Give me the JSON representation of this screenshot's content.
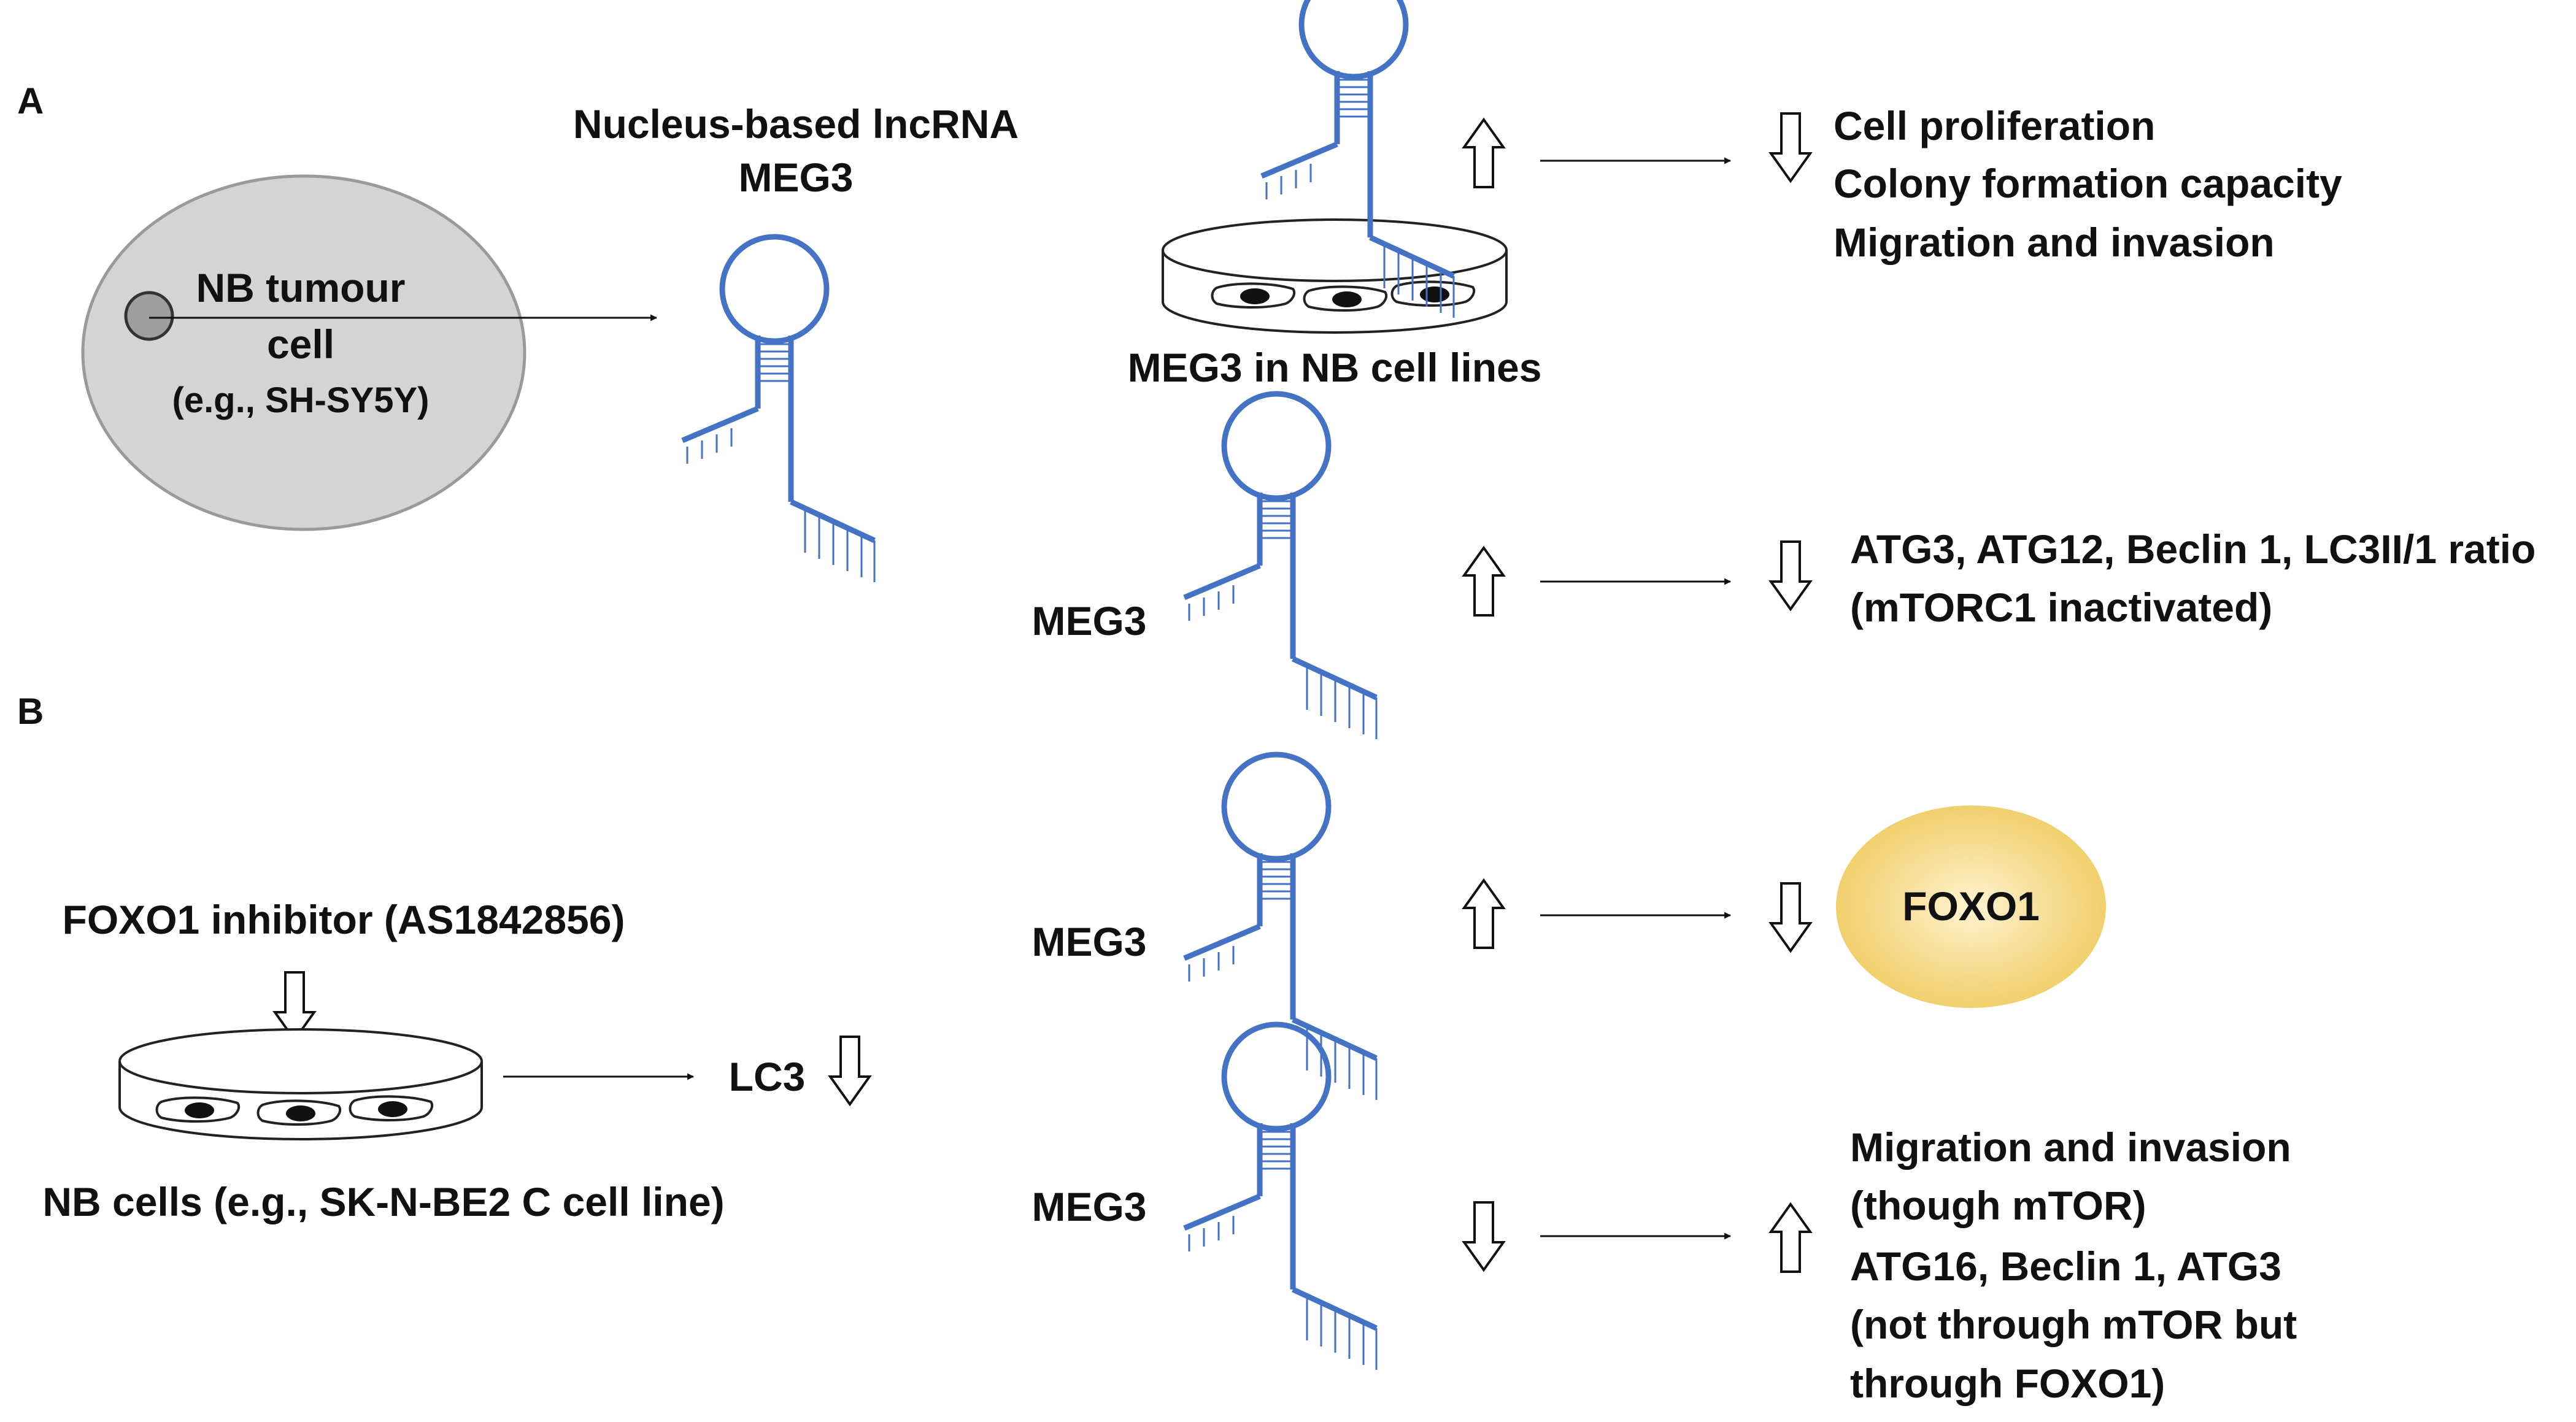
{
  "colors": {
    "rna": "#4472C4",
    "cell_fill": "#d4d4d4",
    "nucleus_fill": "#9e9e9e",
    "foxo1_fill": "#f1cf6c",
    "stroke": "#222222",
    "text": "#111111"
  },
  "panel_a": {
    "label": "A",
    "cell_line1": "NB tumour",
    "cell_line2": "cell",
    "cell_line3": "(e.g., SH-SY5Y)",
    "lncrna_line1": "Nucleus-based lncRNA",
    "lncrna_line2": "MEG3",
    "dish_caption": "MEG3 in NB cell lines",
    "effects_1": [
      "Cell proliferation",
      "Colony formation capacity",
      "Migration and invasion"
    ],
    "meg3_label": "MEG3",
    "effects_2": [
      "ATG3, ATG12, Beclin 1, LC3II/1 ratio",
      "(mTORC1 inactivated)"
    ]
  },
  "panel_b": {
    "label": "B",
    "inhibitor": "FOXO1 inhibitor (AS1842856)",
    "lc3": "LC3",
    "dish_caption": "NB cells (e.g., SK-N-BE2 C cell line)",
    "meg3_label_1": "MEG3",
    "foxo1": "FOXO1",
    "meg3_label_2": "MEG3",
    "effects_3": [
      "Migration and invasion",
      "(though mTOR)",
      "ATG16, Beclin 1, ATG3",
      "(not through mTOR but",
      "through FOXO1)"
    ]
  }
}
